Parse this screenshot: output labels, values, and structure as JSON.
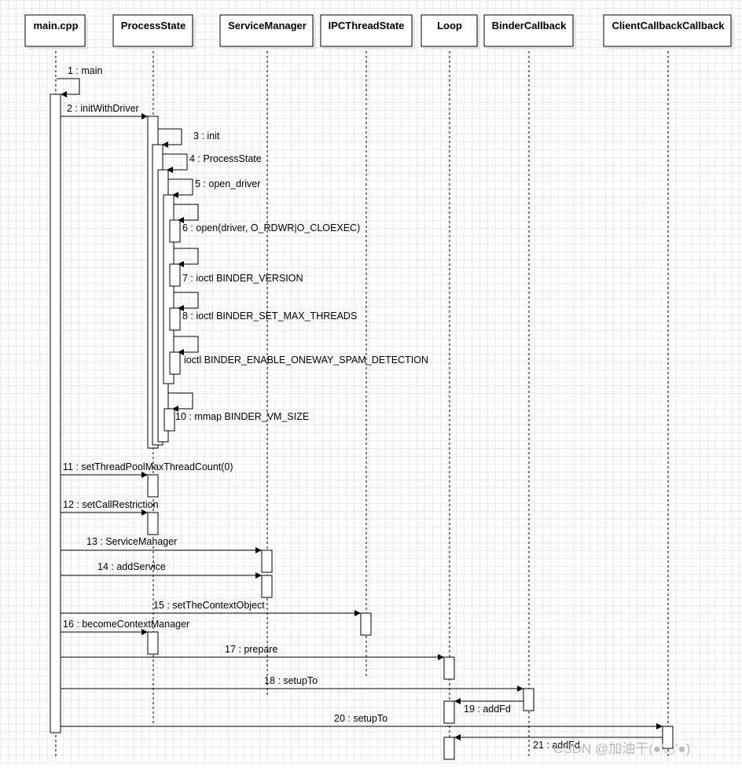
{
  "participants": [
    {
      "name": "main.cpp"
    },
    {
      "name": "ProcessState"
    },
    {
      "name": "ServiceManager"
    },
    {
      "name": "IPCThreadState"
    },
    {
      "name": "Loop"
    },
    {
      "name": "BinderCallback"
    },
    {
      "name": "ClientCallbackCallback"
    }
  ],
  "messages": [
    {
      "label": "1 : main",
      "from": "main.cpp",
      "to": "main.cpp",
      "kind": "self"
    },
    {
      "label": "2 : initWithDriver",
      "from": "main.cpp",
      "to": "ProcessState",
      "kind": "call"
    },
    {
      "label": "3 : init",
      "from": "ProcessState",
      "to": "ProcessState",
      "kind": "self"
    },
    {
      "label": "4 : ProcessState",
      "from": "ProcessState",
      "to": "ProcessState",
      "kind": "self"
    },
    {
      "label": "5 : open_driver",
      "from": "ProcessState",
      "to": "ProcessState",
      "kind": "self"
    },
    {
      "label": "6 : open(driver, O_RDWR|O_CLOEXEC)",
      "from": "ProcessState",
      "to": "ProcessState",
      "kind": "self"
    },
    {
      "label": "7 : ioctl BINDER_VERSION",
      "from": "ProcessState",
      "to": "ProcessState",
      "kind": "self"
    },
    {
      "label": "8 : ioctl BINDER_SET_MAX_THREADS",
      "from": "ProcessState",
      "to": "ProcessState",
      "kind": "self"
    },
    {
      "label": "ioctl BINDER_ENABLE_ONEWAY_SPAM_DETECTION",
      "from": "ProcessState",
      "to": "ProcessState",
      "kind": "self"
    },
    {
      "label": "10 : mmap BINDER_VM_SIZE",
      "from": "ProcessState",
      "to": "ProcessState",
      "kind": "self"
    },
    {
      "label": "11 : setThreadPoolMaxThreadCount(0)",
      "from": "main.cpp",
      "to": "ProcessState",
      "kind": "call"
    },
    {
      "label": "12 : setCallRestriction",
      "from": "main.cpp",
      "to": "ProcessState",
      "kind": "call"
    },
    {
      "label": "13 : ServiceManager",
      "from": "main.cpp",
      "to": "ServiceManager",
      "kind": "call"
    },
    {
      "label": "14 : addService",
      "from": "main.cpp",
      "to": "ServiceManager",
      "kind": "call"
    },
    {
      "label": "15 : setTheContextObject",
      "from": "main.cpp",
      "to": "IPCThreadState",
      "kind": "call"
    },
    {
      "label": "16 : becomeContextManager",
      "from": "main.cpp",
      "to": "ProcessState",
      "kind": "call"
    },
    {
      "label": "17 : prepare",
      "from": "main.cpp",
      "to": "Loop",
      "kind": "call"
    },
    {
      "label": "18 : setupTo",
      "from": "main.cpp",
      "to": "BinderCallback",
      "kind": "call"
    },
    {
      "label": "19 : addFd",
      "from": "BinderCallback",
      "to": "Loop",
      "kind": "call"
    },
    {
      "label": "20 : setupTo",
      "from": "main.cpp",
      "to": "ClientCallbackCallback",
      "kind": "call"
    },
    {
      "label": "21 : addFd",
      "from": "ClientCallbackCallback",
      "to": "Loop",
      "kind": "call"
    }
  ],
  "watermark": "CSDN @加油干(●'◡'●)"
}
